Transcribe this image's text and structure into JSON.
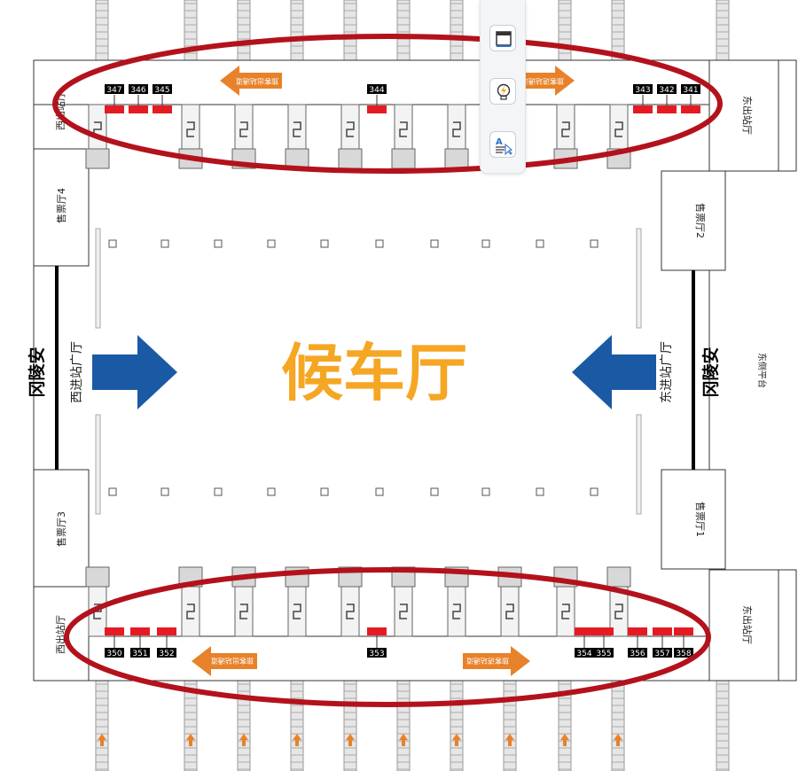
{
  "hall_title": "候车厅",
  "west": {
    "plaza": "西进站广厅",
    "district": "冈陵安",
    "ticket_top": "售票厅4",
    "ticket_bottom": "售票厅3",
    "exit_top": "西出站厅",
    "exit_bottom": "西出站厅"
  },
  "east": {
    "plaza": "东进站广厅",
    "district": "冈陵安",
    "ticket_top": "售票厅2",
    "ticket_bottom": "售票厅1",
    "exit_top": "东出站厅",
    "exit_bottom": "东出站厅",
    "platform": "东侧平台"
  },
  "gates_top": [
    {
      "label": "347"
    },
    {
      "label": "346"
    },
    {
      "label": "345"
    },
    {
      "label": "344"
    },
    {
      "label": "343"
    },
    {
      "label": "342"
    },
    {
      "label": "341"
    }
  ],
  "gates_bottom": [
    {
      "label": "350"
    },
    {
      "label": "351"
    },
    {
      "label": "352"
    },
    {
      "label": "353"
    },
    {
      "label": "354"
    },
    {
      "label": "355"
    },
    {
      "label": "356"
    },
    {
      "label": "357"
    },
    {
      "label": "358"
    }
  ],
  "arrow_top_left": "旅客出站通道",
  "arrow_top_right": "旅客进站通道",
  "arrow_bottom_left": "旅客出站通道",
  "arrow_bottom_right": "旅客进站通道",
  "colors": {
    "hall_title": "#f5a623",
    "blue_arrow": "#1a5aa5",
    "orange_arrow": "#e8822a",
    "ellipse": "#b3121c",
    "gate": "#e51b24"
  },
  "toolbar": {
    "icons": [
      "layout-icon",
      "lightbulb-icon",
      "text-cursor-icon"
    ]
  }
}
